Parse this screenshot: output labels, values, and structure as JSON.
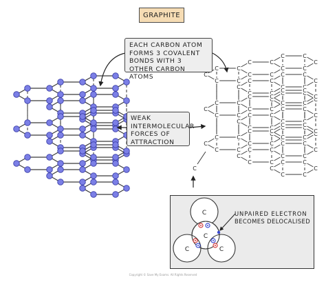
{
  "title": "GRAPHITE",
  "callout_bonds": {
    "lines": [
      "EACH CARBON ATOM",
      "FORMS 3 COVALENT",
      "BONDS WITH 3",
      "OTHER CARBON ATOMS"
    ]
  },
  "callout_forces": {
    "lines": [
      "WEAK",
      "INTERMOLECULAR",
      "FORCES OF",
      "ATTRACTION"
    ]
  },
  "inset": {
    "label_lines": [
      "UNPAIRED ELECTRON",
      "BECOMES DELOCALISED"
    ],
    "atom_label": "C"
  },
  "atom_symbol": "C",
  "copyright": "Copyright © Save My Exams. All Rights Reserved",
  "colors": {
    "atom_fill": "#7b7fe6",
    "atom_stroke": "#3b3fa8",
    "title_bg": "#f6dcb4",
    "callout_bg": "#eeeeee",
    "inset_bg": "#ebebeb",
    "electron_red": "#d23a3a",
    "electron_blue": "#3a4ad2"
  }
}
